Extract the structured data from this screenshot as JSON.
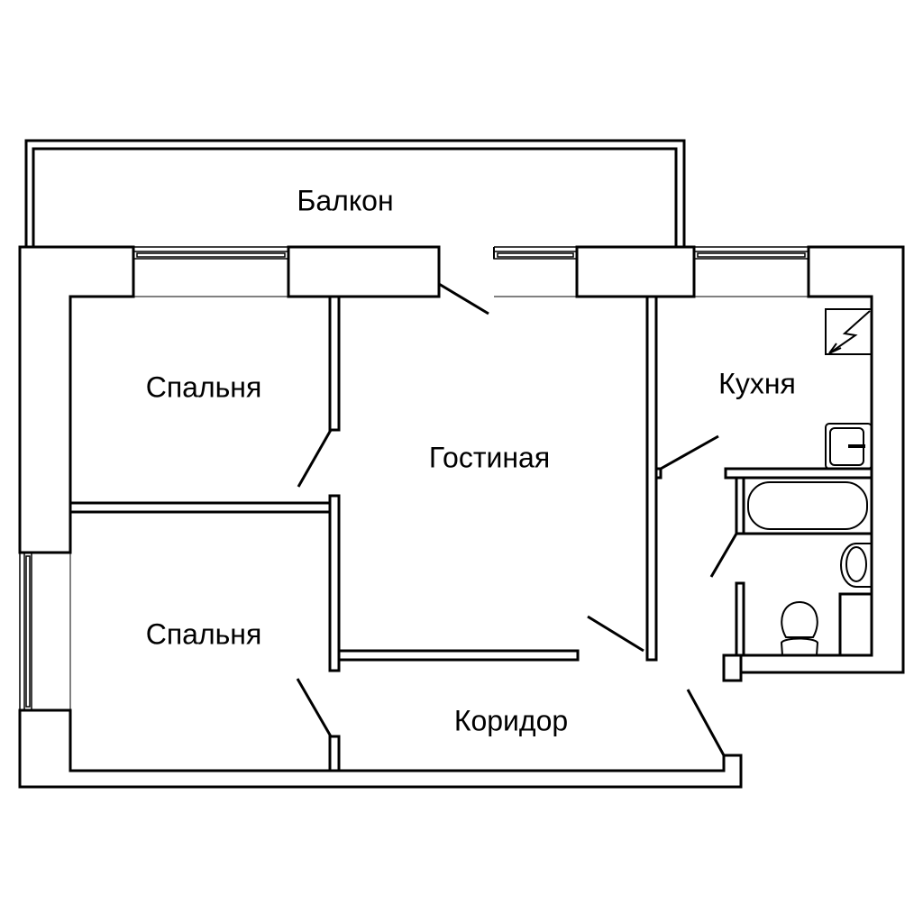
{
  "plan": {
    "rooms": [
      {
        "id": "balcony",
        "label": "Балкон"
      },
      {
        "id": "bedroom-1",
        "label": "Спальня"
      },
      {
        "id": "bedroom-2",
        "label": "Спальня"
      },
      {
        "id": "living-room",
        "label": "Гостиная"
      },
      {
        "id": "kitchen",
        "label": "Кухня"
      },
      {
        "id": "corridor",
        "label": "Коридор"
      }
    ],
    "fixtures": [
      "stove-icon",
      "kitchen-sink-icon",
      "bathtub-icon",
      "washbasin-icon",
      "toilet-icon"
    ],
    "colors": {
      "line": "#000000",
      "background": "#ffffff"
    }
  }
}
